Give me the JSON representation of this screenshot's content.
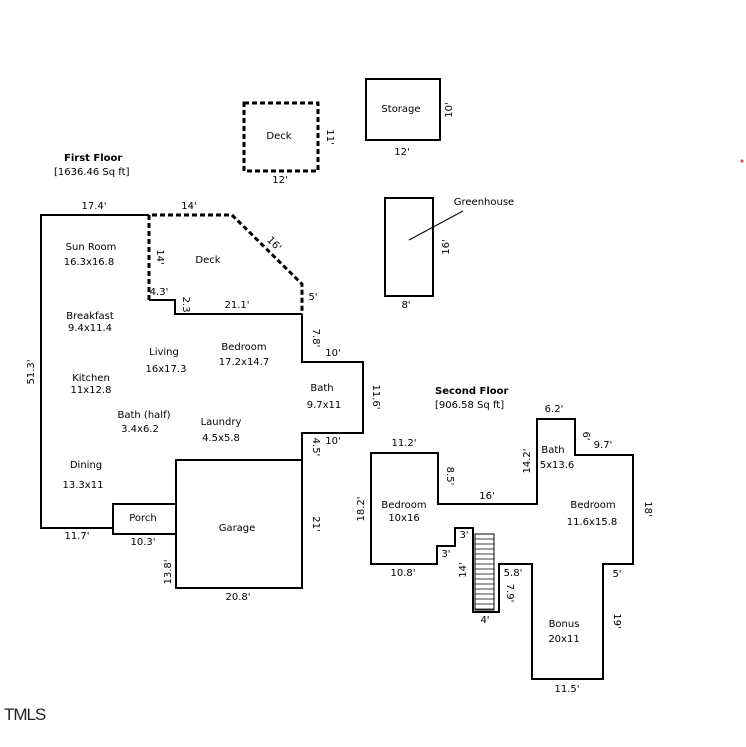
{
  "first_floor": {
    "title": "First Floor",
    "area": "[1636.46 Sq ft]",
    "rooms": [
      {
        "key": "sun_room",
        "name": "Sun Room",
        "size": "16.3x16.8"
      },
      {
        "key": "deck",
        "name": "Deck",
        "size": ""
      },
      {
        "key": "breakfast",
        "name": "Breakfast",
        "size": "9.4x11.4"
      },
      {
        "key": "living",
        "name": "Living",
        "size": "16x17.3"
      },
      {
        "key": "bedroom",
        "name": "Bedroom",
        "size": "17.2x14.7"
      },
      {
        "key": "kitchen",
        "name": "Kitchen",
        "size": "11x12.8"
      },
      {
        "key": "bath",
        "name": "Bath",
        "size": "9.7x11"
      },
      {
        "key": "bath_half",
        "name": "Bath (half)",
        "size": "3.4x6.2"
      },
      {
        "key": "laundry",
        "name": "Laundry",
        "size": "4.5x5.8"
      },
      {
        "key": "dining",
        "name": "Dining",
        "size": "13.3x11"
      },
      {
        "key": "porch",
        "name": "Porch",
        "size": ""
      },
      {
        "key": "garage",
        "name": "Garage",
        "size": ""
      }
    ],
    "dimensions": [
      "17.4'",
      "14'",
      "16'",
      "14'",
      "4.3'",
      "2.3'",
      "21.1'",
      "5'",
      "7.8'",
      "10'",
      "11.6'",
      "10'",
      "4.5'",
      "21'",
      "20.8'",
      "13.8'",
      "10.3'",
      "11.7'",
      "51.3'"
    ]
  },
  "outbuildings": [
    {
      "key": "deck",
      "name": "Deck",
      "width": "12'",
      "depth": "11'"
    },
    {
      "key": "storage",
      "name": "Storage",
      "width": "12'",
      "depth": "10'"
    },
    {
      "key": "greenhouse",
      "name": "Greenhouse",
      "width": "8'",
      "depth": "16'"
    }
  ],
  "second_floor": {
    "title": "Second Floor",
    "area": "[906.58 Sq ft]",
    "rooms": [
      {
        "key": "bedroom_left",
        "name": "Bedroom",
        "size": "10x16"
      },
      {
        "key": "bath",
        "name": "Bath",
        "size": "5x13.6"
      },
      {
        "key": "bedroom_right",
        "name": "Bedroom",
        "size": "11.6x15.8"
      },
      {
        "key": "bonus",
        "name": "Bonus",
        "size": "20x11"
      }
    ],
    "dimensions": [
      "11.2'",
      "8.5'",
      "16'",
      "14.2'",
      "6.2'",
      "6'",
      "9.7'",
      "18'",
      "5'",
      "19'",
      "11.5'",
      "5.8'",
      "7.9'",
      "4'",
      "14'",
      "3'",
      "3'",
      "10.8'",
      "18.2'"
    ]
  },
  "logo": "TMLS",
  "colors": {
    "line": "#000000",
    "background": "#ffffff",
    "marker": "#e53935"
  }
}
